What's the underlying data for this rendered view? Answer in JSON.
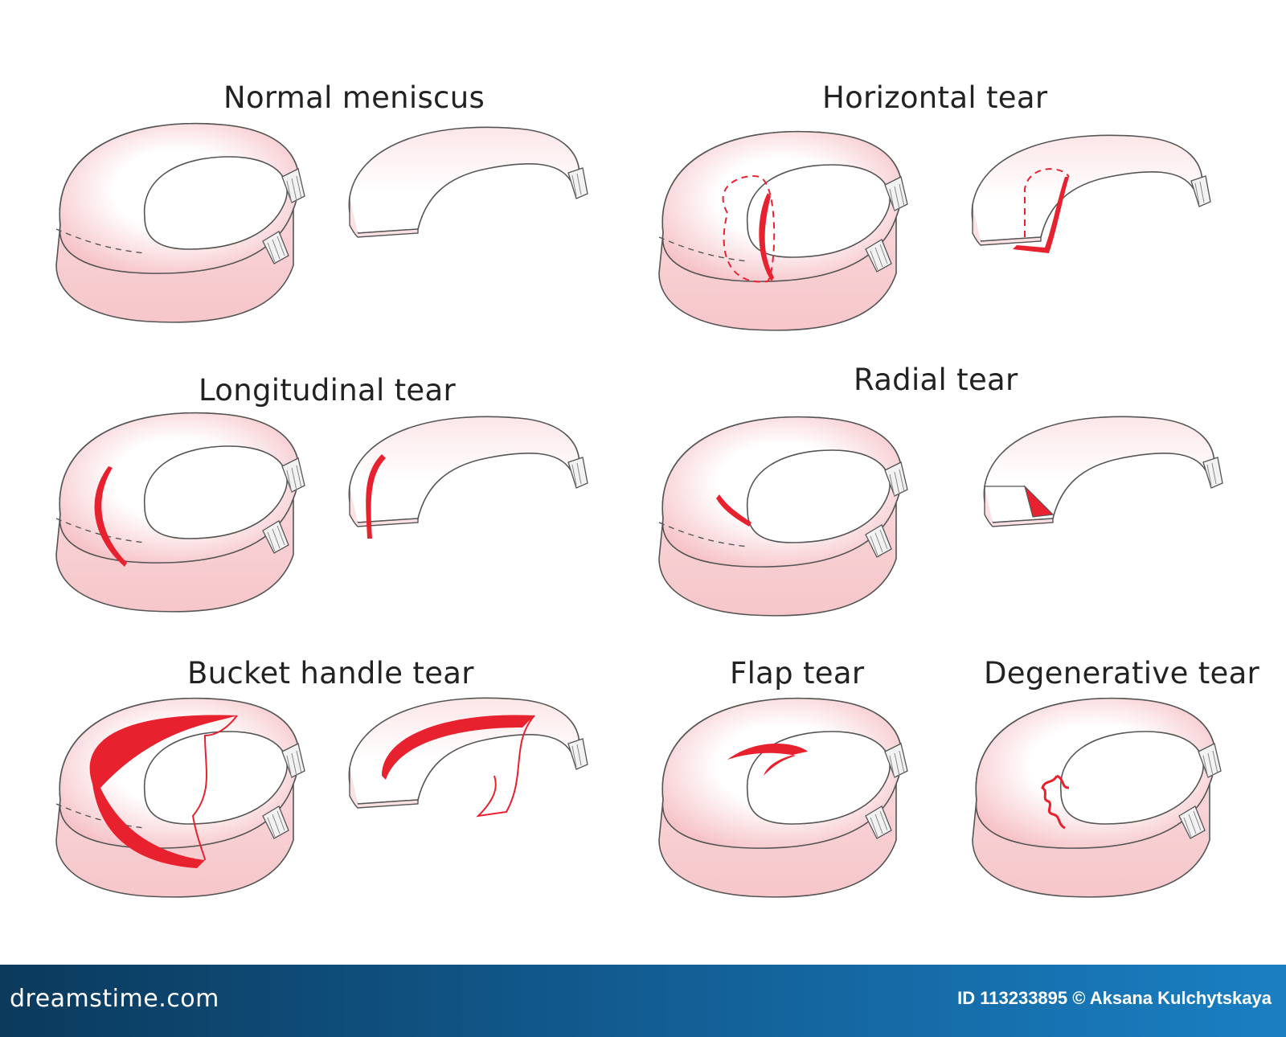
{
  "labels": {
    "normal": "Normal meniscus",
    "horizontal": "Horizontal tear",
    "longitudinal": "Longitudinal tear",
    "radial": "Radial tear",
    "bucket": "Bucket handle tear",
    "flap": "Flap tear",
    "degenerative": "Degenerative tear"
  },
  "footer": {
    "logo": "dreamstime.com",
    "credit": "ID 113233895 © Aksana Kulchytskaya"
  },
  "colors": {
    "tear": "#e8212f",
    "tissue": "#f7cdd0",
    "outline": "#555555",
    "footer": "#125d93"
  }
}
